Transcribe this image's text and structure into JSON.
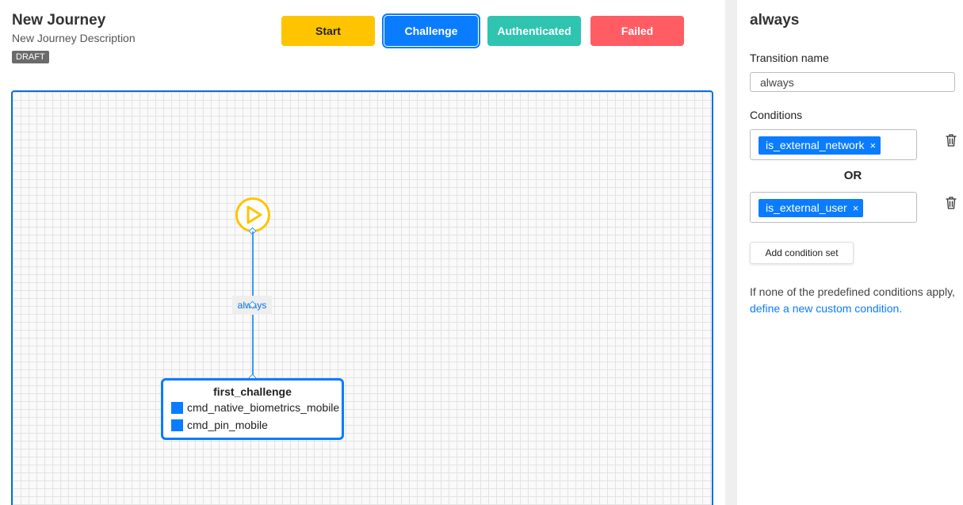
{
  "header": {
    "title": "New Journey",
    "description": "New Journey Description",
    "status_badge": "DRAFT"
  },
  "toolbar": {
    "start_label": "Start",
    "challenge_label": "Challenge",
    "authenticated_label": "Authenticated",
    "failed_label": "Failed"
  },
  "canvas": {
    "transition_label": "always",
    "challenge_node": {
      "title": "first_challenge",
      "methods": [
        "cmd_native_biometrics_mobile",
        "cmd_pin_mobile"
      ]
    }
  },
  "panel": {
    "title": "always",
    "transition_name_label": "Transition name",
    "transition_name_value": "always",
    "conditions_label": "Conditions",
    "condition_sets": [
      {
        "chip": "is_external_network"
      },
      {
        "chip": "is_external_user"
      }
    ],
    "or_label": "OR",
    "add_condition_set_label": "Add condition set",
    "help_text": "If none of the predefined conditions apply,",
    "help_link": "define a new custom condition."
  },
  "colors": {
    "start": "#ffc400",
    "challenge": "#0a7cff",
    "authenticated": "#2ec4b0",
    "failed": "#ff5c64"
  }
}
